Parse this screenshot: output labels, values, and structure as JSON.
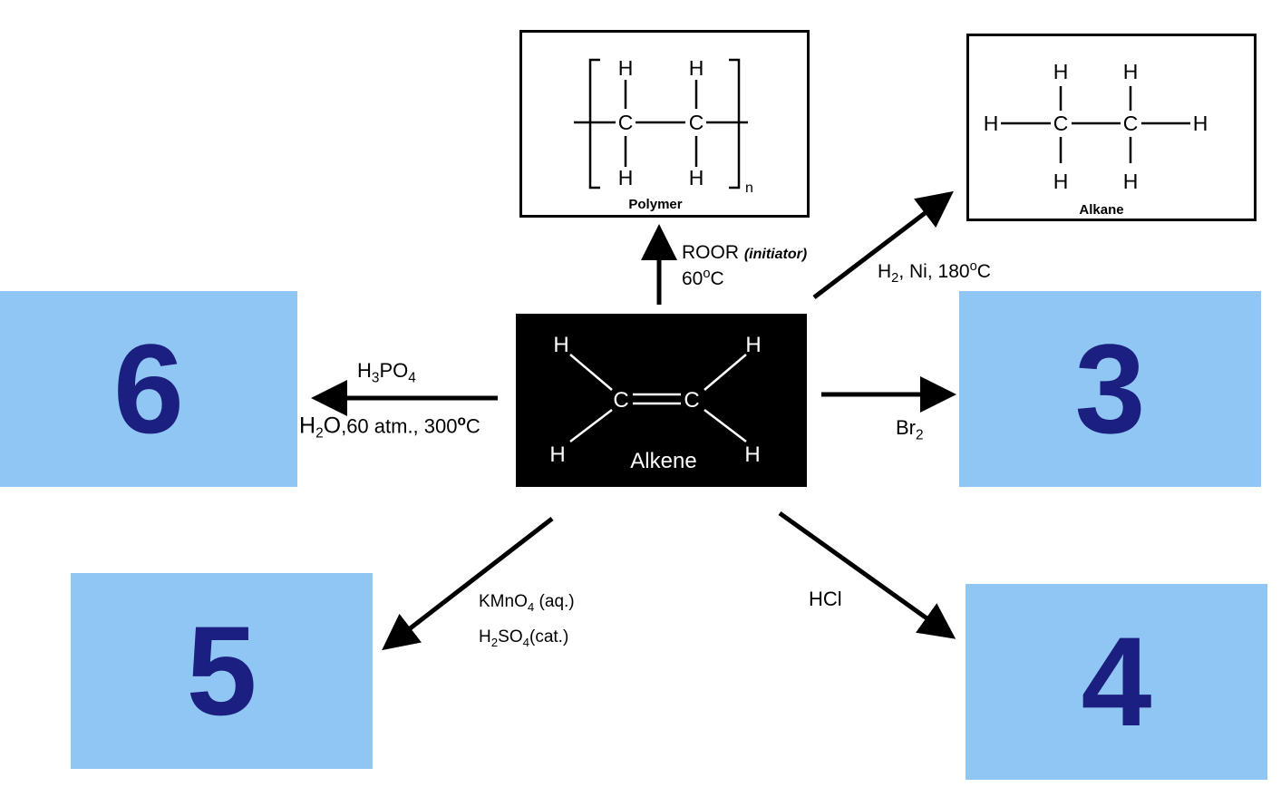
{
  "center": {
    "label": "Alkene",
    "atoms": {
      "h": "H",
      "c": "C"
    }
  },
  "polymer_box": {
    "label": "Polymer",
    "subscript": "n",
    "atoms": {
      "h": "H",
      "c": "C"
    }
  },
  "alkane_box": {
    "label": "Alkane",
    "atoms": {
      "h": "H",
      "c": "C"
    }
  },
  "reagents": {
    "top": {
      "line1_main": "ROOR ",
      "line1_italic": "(initiator)",
      "line2": "60",
      "line2_sup": "o",
      "line2_end": "C"
    },
    "upper_right": {
      "h": "H",
      "sub2": "2",
      "rest": ", Ni, 180",
      "sup": "o",
      "end": "C"
    },
    "left_top": {
      "pre": "H",
      "sub3": "3",
      "mid": "PO",
      "sub4": "4"
    },
    "left_bottom": {
      "h": "H",
      "sub2": "2",
      "o": "O",
      "rest": ",60 atm., 300",
      "sup": "o",
      "end": "C"
    },
    "right": {
      "br": "Br",
      "sub2": "2"
    },
    "lower_left_1": {
      "pre": "KMnO",
      "sub4": "4",
      "post": " (aq.)"
    },
    "lower_left_2": {
      "h": "H",
      "sub2": "2",
      "so": "SO",
      "sub4": "4",
      "post": "(cat.)"
    },
    "lower_right": {
      "text": "HCl"
    }
  },
  "numbers": {
    "box6": "6",
    "box3": "3",
    "box5": "5",
    "box4": "4"
  },
  "colors": {
    "box_fill": "#90c6f4",
    "number_color": "#1b1f7f",
    "center_fill": "#000000"
  }
}
